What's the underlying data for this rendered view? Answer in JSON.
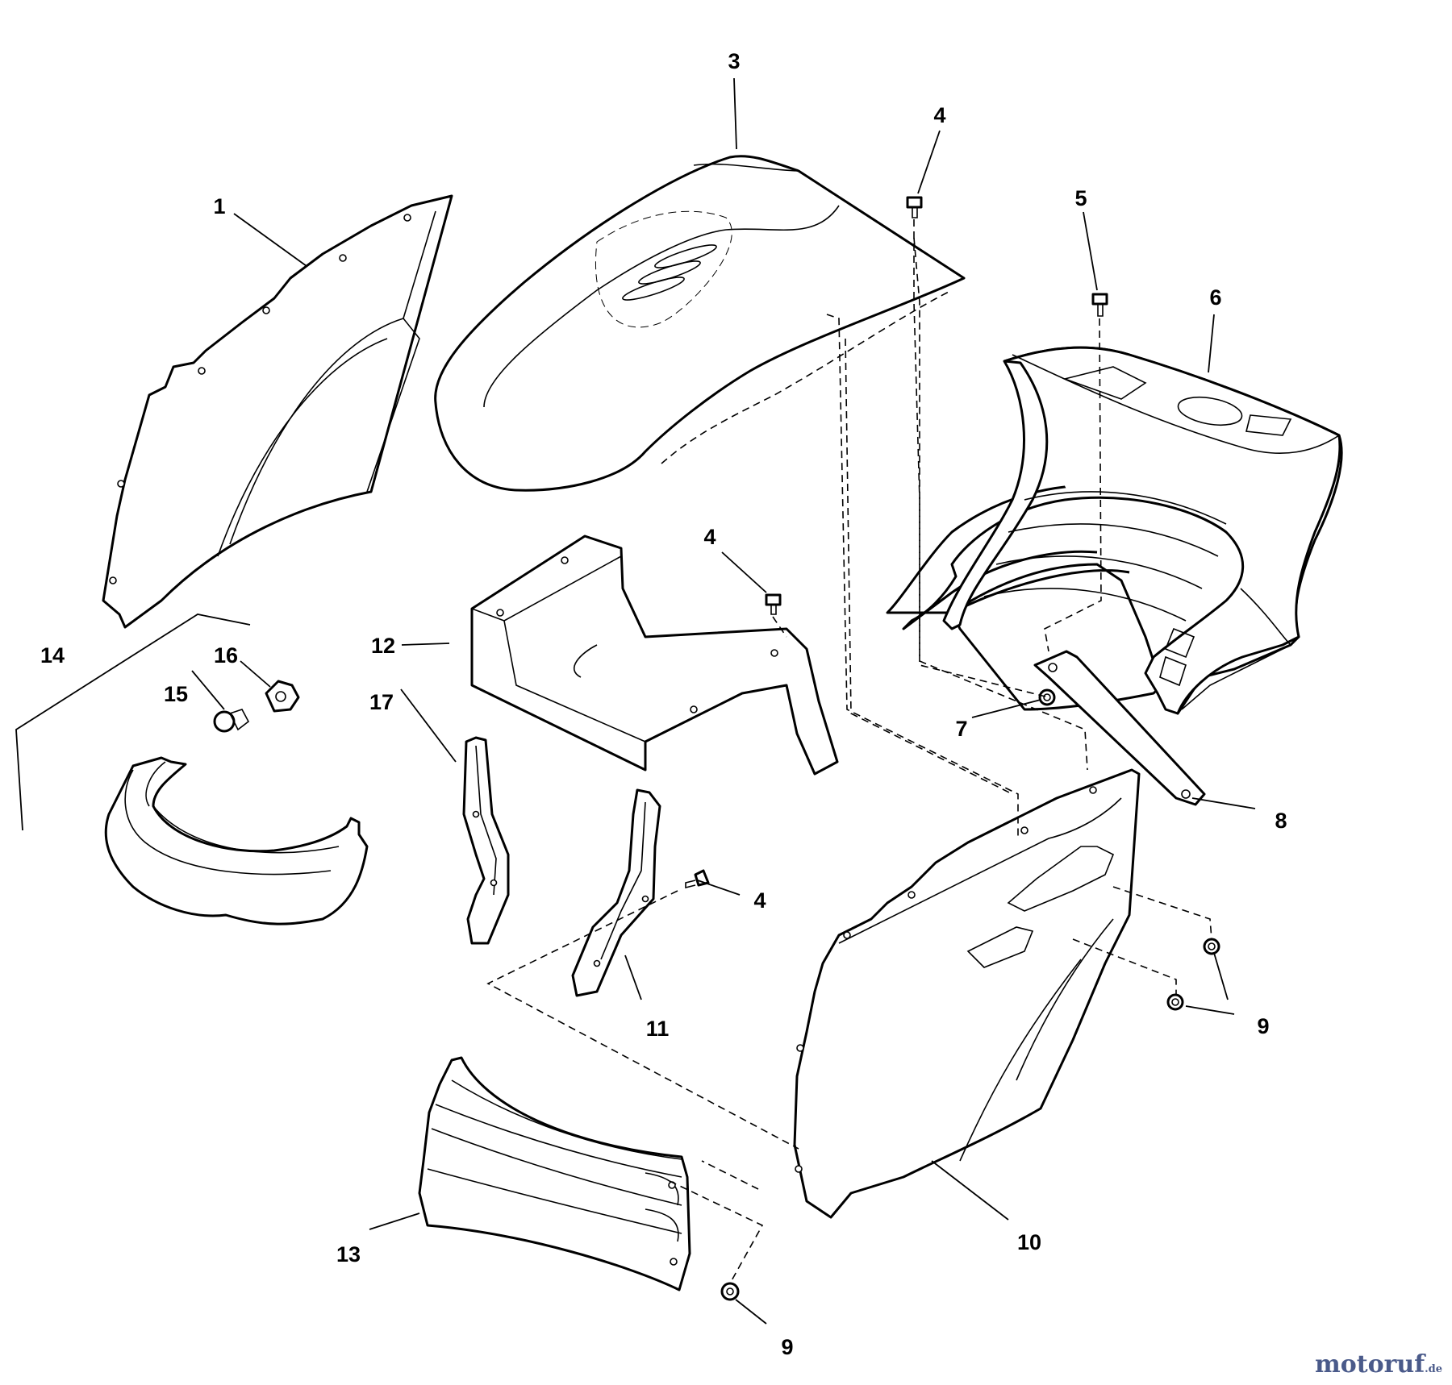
{
  "callouts": {
    "c1": "1",
    "c3": "3",
    "c4a": "4",
    "c4b": "4",
    "c4c": "4",
    "c5": "5",
    "c6": "6",
    "c7": "7",
    "c8": "8",
    "c9a": "9",
    "c9b": "9",
    "c10": "10",
    "c11": "11",
    "c12": "12",
    "c13": "13",
    "c14": "14",
    "c15": "15",
    "c16": "16",
    "c17": "17"
  },
  "watermark": {
    "name": "motoruf",
    "tld": ".de",
    "color": "#4a5a8a"
  },
  "colors": {
    "line": "#000000",
    "background": "#ffffff"
  }
}
